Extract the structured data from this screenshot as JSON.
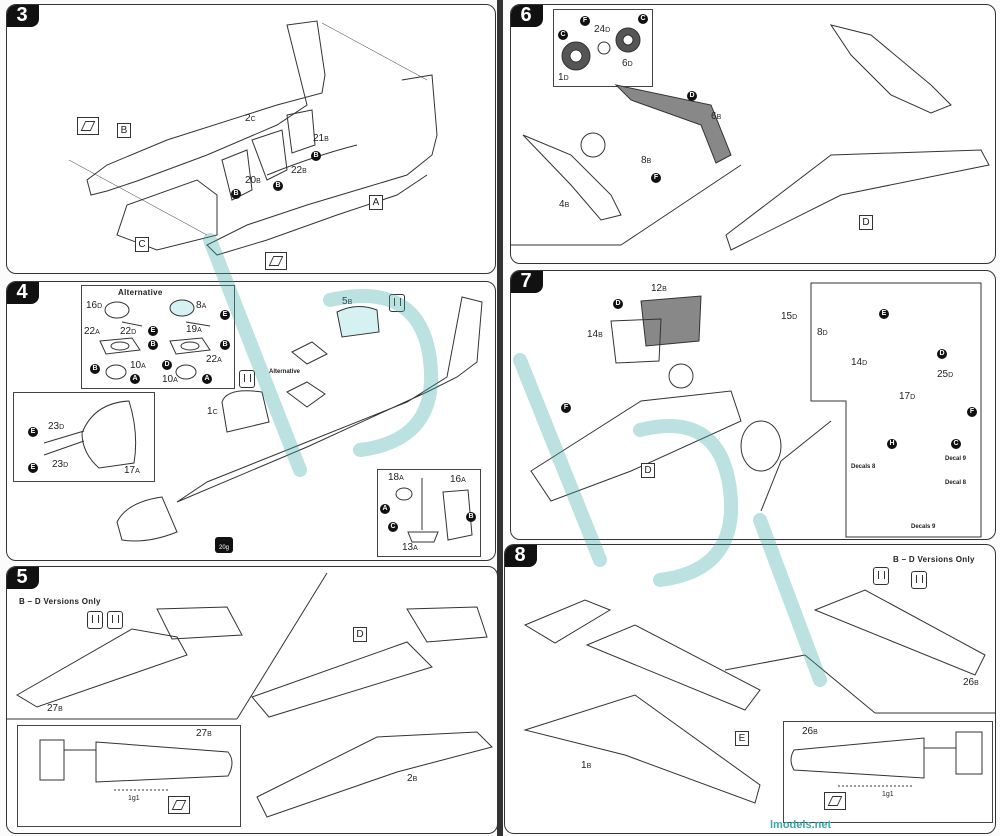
{
  "watermark": "lmodels.net",
  "steps": {
    "s3": {
      "number": "3",
      "labels": {
        "p2": "2",
        "p2s": "C",
        "p21": "21",
        "p21s": "B",
        "p20": "20",
        "p20s": "B",
        "p22": "22",
        "p22s": "B"
      },
      "callouts": [
        "B",
        "B",
        "B"
      ],
      "boxes": {
        "b": "B",
        "a": "A",
        "c": "C"
      }
    },
    "s4": {
      "number": "4",
      "alternative": "Alternative",
      "alternative2": "Alternative",
      "labels": {
        "p16": "16",
        "p16s": "D",
        "p8": "8",
        "p8s": "A",
        "p22a": "22",
        "p22as": "A",
        "p22d": "22",
        "p22ds": "D",
        "p19": "19",
        "p19s": "A",
        "p22b": "22",
        "p22bs": "A",
        "p10a": "10",
        "p10as": "A",
        "p10b": "10",
        "p10bs": "A",
        "p5": "5",
        "p5s": "B",
        "p1": "1",
        "p1s": "C",
        "p23a": "23",
        "p23as": "D",
        "p23b": "23",
        "p23bs": "D",
        "p17": "17",
        "p17s": "A",
        "p18": "18",
        "p18s": "A",
        "p16b": "16",
        "p16bs": "A",
        "p13": "13",
        "p13s": "A"
      },
      "callouts": {
        "e1": "E",
        "b1": "B",
        "e2": "E",
        "b2": "B",
        "b3": "B",
        "a1": "A",
        "d1": "D",
        "a2": "A",
        "e3": "E",
        "e4": "E",
        "a3": "A",
        "c1": "C",
        "b4": "B"
      },
      "weight_label": "20g"
    },
    "s5": {
      "number": "5",
      "versions_note": "B – D Versions Only",
      "labels": {
        "p27": "27",
        "p27s": "B",
        "p27b": "27",
        "p27bs": "B",
        "p2": "2",
        "p2s": "B",
        "dim": "1g1"
      },
      "boxes": {
        "d": "D"
      }
    },
    "s6": {
      "number": "6",
      "labels": {
        "p24": "24",
        "p24s": "D",
        "p6": "6",
        "p6s": "D",
        "p1": "1",
        "p1s": "D",
        "p6b": "6",
        "p6bs": "B",
        "p8": "8",
        "p8s": "B",
        "p4": "4",
        "p4s": "B"
      },
      "callouts": {
        "c1": "C",
        "f1": "F",
        "c2": "C",
        "d1": "D",
        "f2": "F"
      },
      "boxes": {
        "d": "D"
      }
    },
    "s7": {
      "number": "7",
      "labels": {
        "p12": "12",
        "p12s": "B",
        "p14": "14",
        "p14s": "B",
        "p15": "15",
        "p15s": "D",
        "p8": "8",
        "p8s": "D",
        "p14d": "14",
        "p14ds": "D",
        "p17": "17",
        "p17s": "D",
        "p25": "25",
        "p25s": "D"
      },
      "callouts": {
        "d1": "D",
        "f1": "F",
        "e1": "E",
        "d2": "D",
        "f2": "F",
        "h1": "H",
        "c1": "C"
      },
      "decals": {
        "decals8": "Decals 8",
        "decal9": "Decal 9",
        "decal8": "Decal 8",
        "decals9": "Decals 9"
      },
      "boxes": {
        "d": "D"
      }
    },
    "s8": {
      "number": "8",
      "versions_note": "B – D Versions Only",
      "labels": {
        "p26": "26",
        "p26s": "B",
        "p26b": "26",
        "p26bs": "B",
        "p1": "1",
        "p1s": "B",
        "dim": "1g1"
      },
      "boxes": {
        "e": "E"
      }
    }
  }
}
